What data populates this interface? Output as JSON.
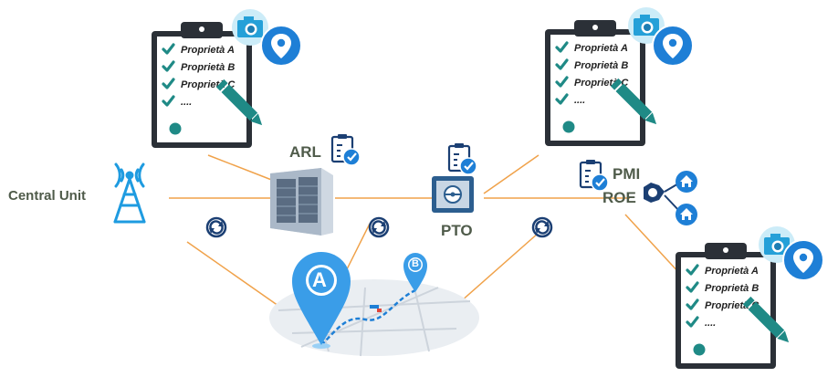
{
  "labels": {
    "central_unit": "Central Unit",
    "arl": "ARL",
    "pto": "PTO",
    "pmi": "PMI",
    "roe": "ROE",
    "marker_a": "A",
    "marker_b": "B"
  },
  "checklist": {
    "items": [
      "Proprietà A",
      "Proprietà B",
      "Proprietà C",
      "...."
    ]
  },
  "icons": [
    "antenna-icon",
    "cabinet-icon",
    "pto-box-icon",
    "roe-splitter-icon",
    "clipboard-check-icon",
    "camera-icon",
    "location-pin-icon",
    "pencil-icon",
    "house-icon",
    "sync-icon",
    "map-marker-icon"
  ],
  "colors": {
    "connector": "#f0a24a",
    "accent_blue": "#1e7fd6",
    "light_blue": "#4fb3f0",
    "navy": "#1b3f73",
    "teal": "#1f8a86",
    "clipboard_dark": "#2b3037",
    "label_gray": "#4f5b4a"
  }
}
